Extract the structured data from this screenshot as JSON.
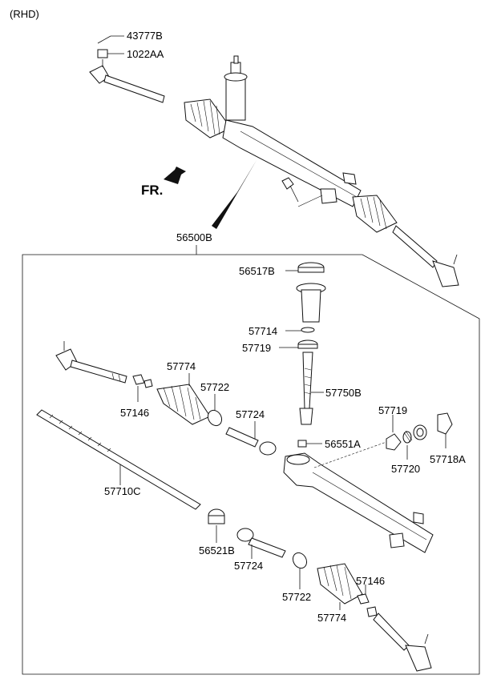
{
  "header": {
    "variant": "(RHD)"
  },
  "direction": {
    "label": "FR."
  },
  "assembly": {
    "part_no": "56500B"
  },
  "callouts": {
    "p43777B": "43777B",
    "p1022AA": "1022AA",
    "p56517B": "56517B",
    "p57714": "57714",
    "p57719_top": "57719",
    "p57750B": "57750B",
    "p57774_top": "57774",
    "p57722_top": "57722",
    "p57146_top": "57146",
    "p57724_top": "57724",
    "p56551A": "56551A",
    "p57719_right": "57719",
    "p57718A": "57718A",
    "p57720": "57720",
    "p57710C": "57710C",
    "p56521B": "56521B",
    "p57724_bottom": "57724",
    "p57722_bottom": "57722",
    "p57146_bottom": "57146",
    "p57774_bottom": "57774"
  },
  "colors": {
    "line": "#111111",
    "background": "#ffffff"
  }
}
